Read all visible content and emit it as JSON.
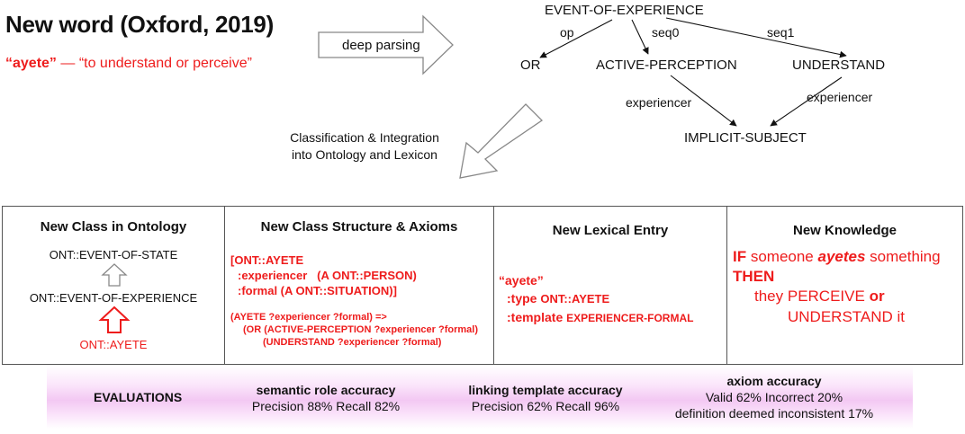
{
  "header": {
    "title": "New word (Oxford, 2019)",
    "word": "“ayete”",
    "dash": " — ",
    "definition": "“to understand or perceive”"
  },
  "flow": {
    "parse_label": "deep parsing",
    "classify_line1": "Classification & Integration",
    "classify_line2": "into Ontology and Lexicon"
  },
  "graph": {
    "root": "EVENT-OF-EXPERIENCE",
    "or": "OR",
    "active": "ACTIVE-PERCEPTION",
    "understand": "UNDERSTAND",
    "subject": "IMPLICIT-SUBJECT",
    "edge_op": "op",
    "edge_seq0": "seq0",
    "edge_seq1": "seq1",
    "edge_exp_left": "experiencer",
    "edge_exp_right": "experiencer"
  },
  "panels": {
    "ontology": {
      "title": "New Class in Ontology",
      "top": "ONT::EVENT-OF-STATE",
      "middle": "ONT::EVENT-OF-EXPERIENCE",
      "bottom": "ONT::AYETE"
    },
    "structure": {
      "title": "New Class Structure & Axioms",
      "l1": "[ONT::AYETE",
      "l2": ":experiencer   (A ONT::PERSON)",
      "l3": ":formal (A ONT::SITUATION)]",
      "a1": "(AYETE ?experiencer ?formal) =>",
      "a2": "(OR (ACTIVE-PERCEPTION ?experiencer ?formal)",
      "a3": "(UNDERSTAND ?experiencer ?formal)"
    },
    "lexical": {
      "title": "New Lexical Entry",
      "l1": "“ayete”",
      "type_key": ":type",
      "type_val": "ONT::AYETE",
      "tmpl_key": ":template",
      "tmpl_val": "EXPERIENCER-FORMAL"
    },
    "knowledge": {
      "title": "New Knowledge",
      "if": "IF",
      "someone": " someone ",
      "verb": "ayetes",
      "something": " something",
      "then": "THEN",
      "they": "they PERCEIVE ",
      "or": "or",
      "understand": "UNDERSTAND it"
    }
  },
  "evaluations": {
    "label": "EVALUATIONS",
    "semantic": {
      "title": "semantic role accuracy",
      "line": "Precision 88% Recall 82%"
    },
    "linking": {
      "title": "linking template accuracy",
      "line": "Precision 62% Recall 96%"
    },
    "axiom": {
      "title": "axiom accuracy",
      "line1": "Valid 62% Incorrect 20%",
      "line2": "definition deemed inconsistent 17%"
    }
  },
  "colors": {
    "accent": "#ee1c1c",
    "band": "#f3c8f3"
  }
}
